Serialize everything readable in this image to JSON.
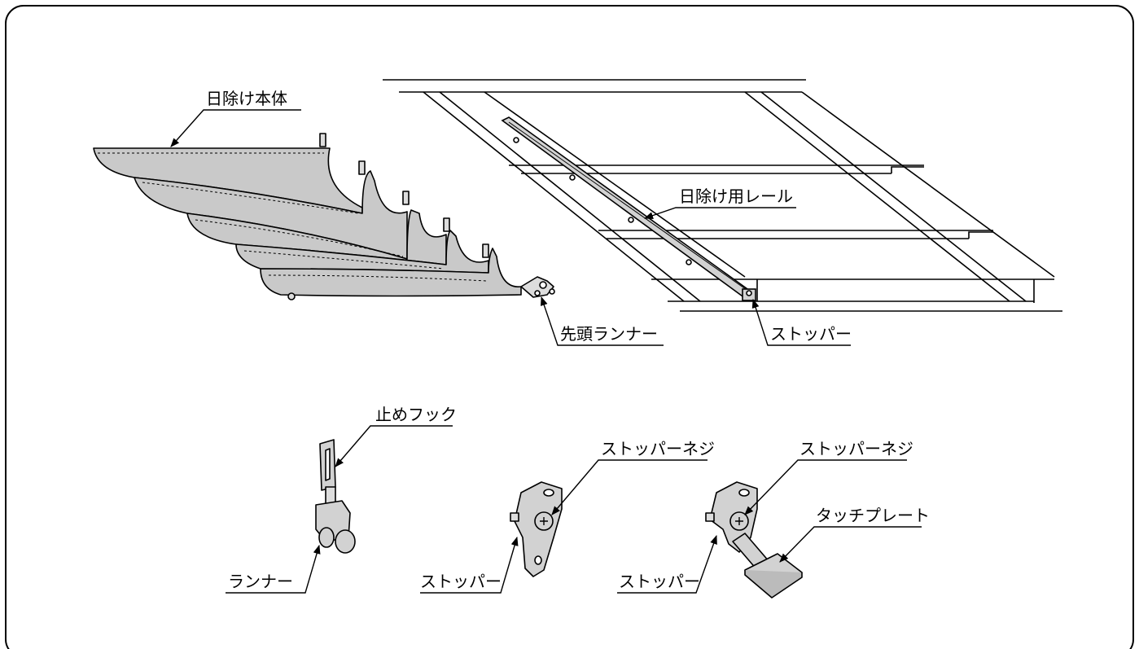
{
  "labels": {
    "awning_body": "日除け本体",
    "awning_rail": "日除け用レール",
    "lead_runner": "先頭ランナー",
    "stopper_top": "ストッパー",
    "stop_hook": "止めフック",
    "runner": "ランナー",
    "stopper_screw_1": "ストッパーネジ",
    "stopper_1": "ストッパー",
    "stopper_screw_2": "ストッパーネジ",
    "touch_plate": "タッチプレート",
    "stopper_2": "ストッパー"
  },
  "colors": {
    "line": "#000000",
    "fabric": "#c9c9c9",
    "metal": "#d2d2d2",
    "background": "#ffffff"
  }
}
